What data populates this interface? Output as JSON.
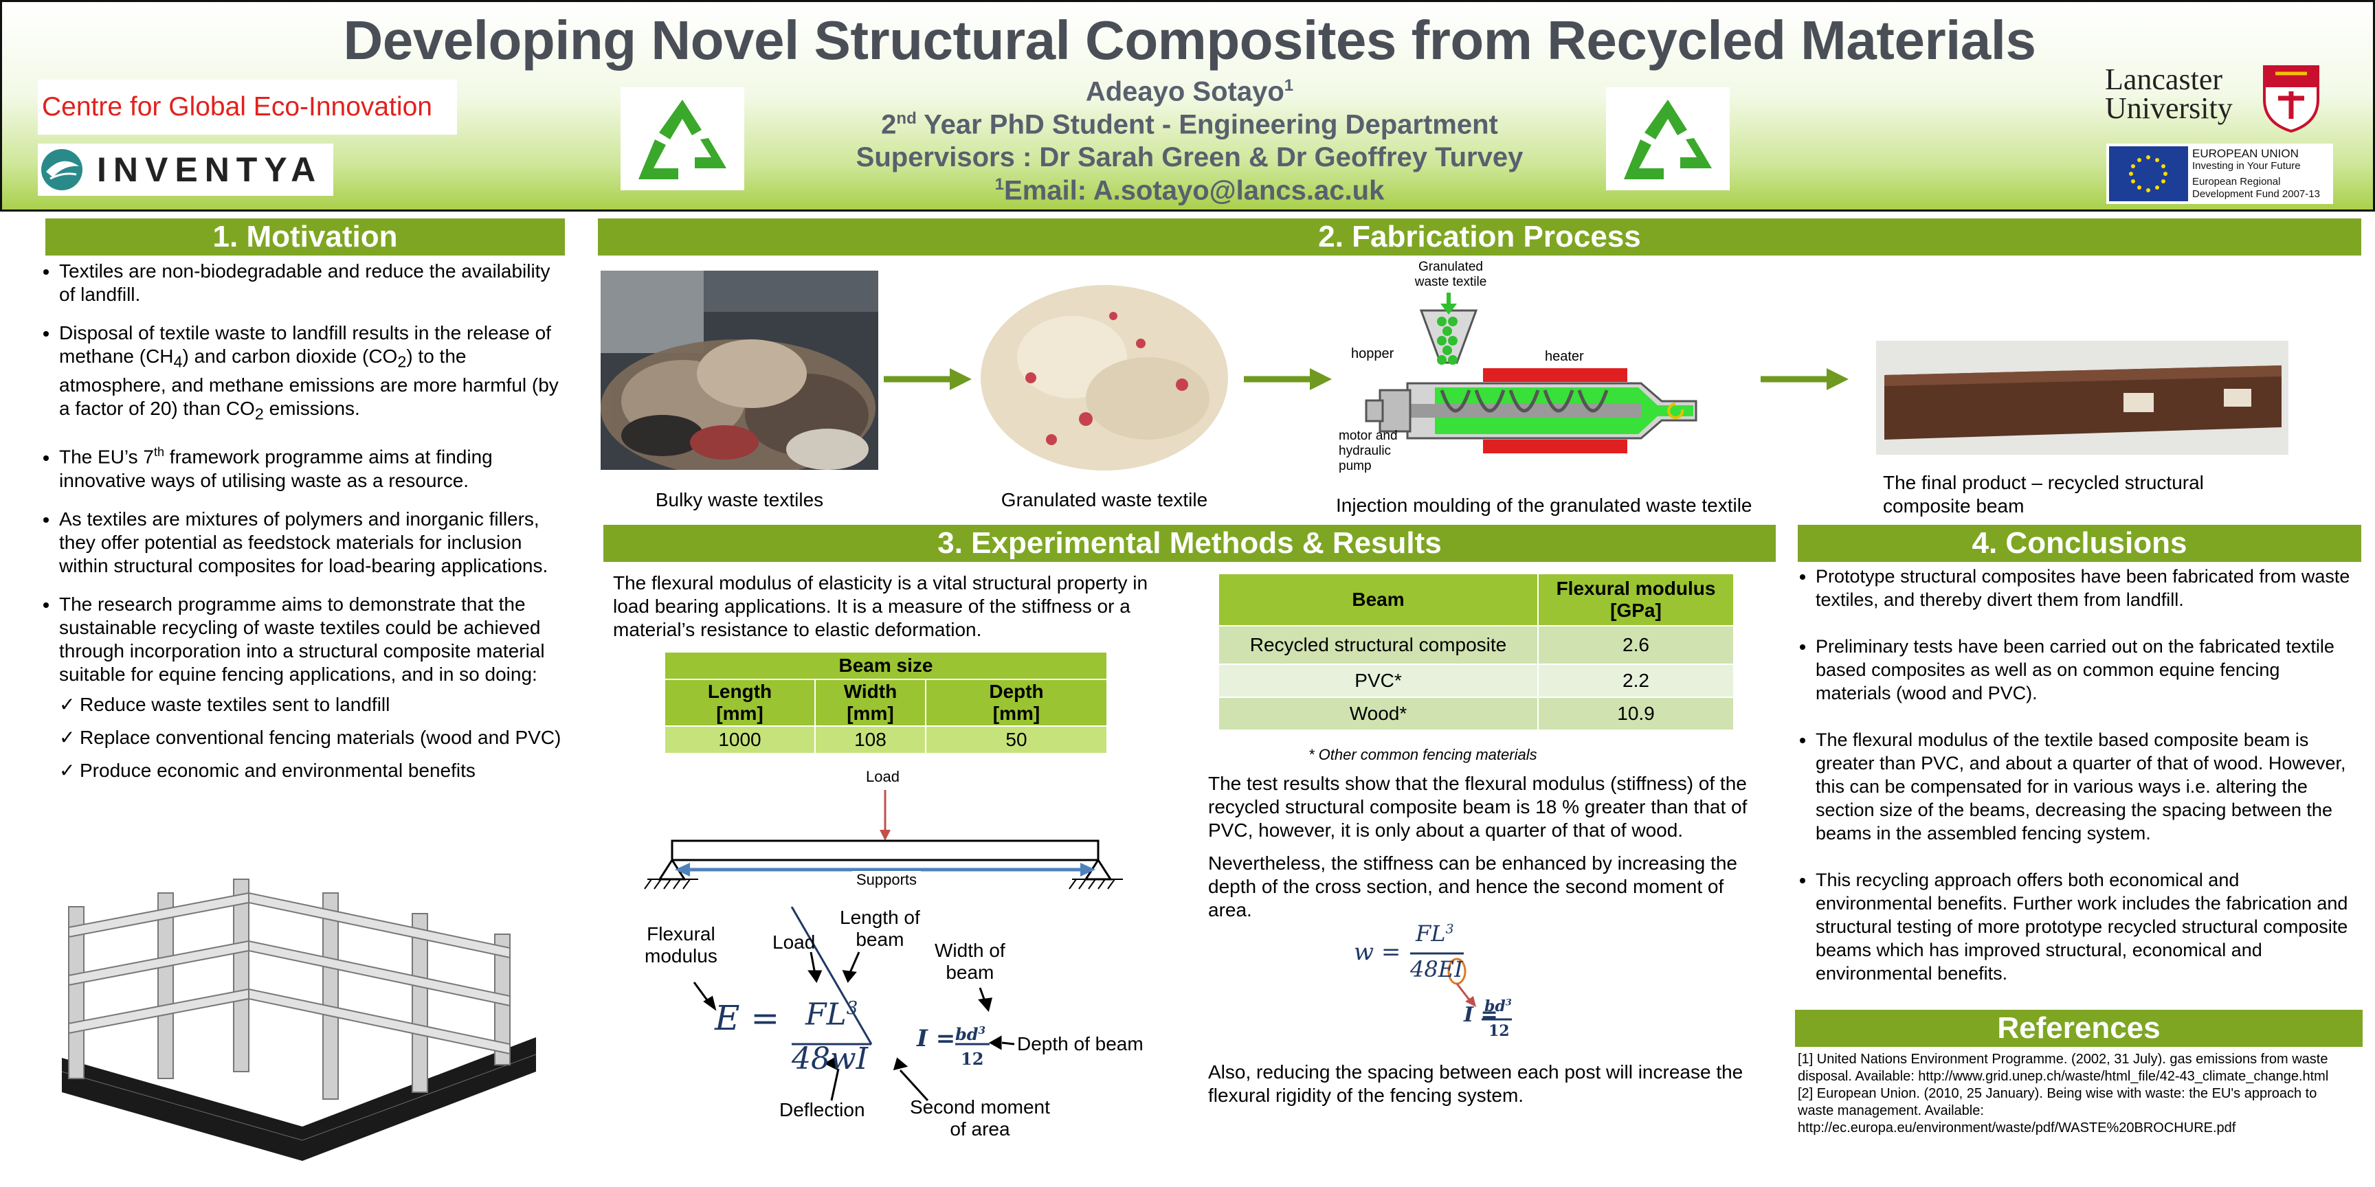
{
  "header": {
    "title": "Developing Novel Structural Composites from Recycled Materials",
    "author": "Adeayo Sotayo",
    "author_sup": "1",
    "role_sup": "nd",
    "role_num": "2",
    "role_rest": " Year PhD Student - Engineering Department",
    "supervisors": "Supervisors : Dr Sarah Green & Dr Geoffrey Turvey",
    "email_sup": "1",
    "email": "Email: A.sotayo@lancs.ac.uk",
    "logos": {
      "cgei": "Centre for Global Eco-Innovation",
      "inventya": "INVENTYA",
      "lancaster_line1": "Lancaster",
      "lancaster_line2": "University",
      "eu_line1": "EUROPEAN UNION",
      "eu_line2": "Investing in Your Future",
      "eu_line3": "European Regional",
      "eu_line4": "Development Fund 2007-13"
    }
  },
  "motivation": {
    "heading": "1. Motivation",
    "b1": "Textiles are non-biodegradable and reduce the availability of landfill.",
    "b2_a": "Disposal of textile waste to landfill results in the release of methane (CH",
    "b2_s1": "4",
    "b2_b": ") and carbon dioxide (CO",
    "b2_s2": "2",
    "b2_c": ") to the atmosphere, and methane emissions are more harmful (by a factor of 20) than CO",
    "b2_s3": "2",
    "b2_d": " emissions.",
    "b3_a": "The EU’s 7",
    "b3_sup": "th",
    "b3_b": " framework programme aims at finding innovative ways of utilising waste as a resource.",
    "b4": "As textiles are mixtures of polymers and inorganic fillers, they offer potential as feedstock materials for inclusion within structural composites for load-bearing applications.",
    "b5": "The research programme aims to demonstrate that the sustainable recycling of waste textiles could be achieved through incorporation into a structural composite material suitable for equine fencing applications, and in so doing:",
    "checks": [
      "Reduce waste textiles sent to landfill",
      "Replace conventional fencing materials (wood and PVC)",
      "Produce economic and environmental benefits"
    ]
  },
  "fabrication": {
    "heading": "2. Fabrication Process",
    "cap1": "Bulky waste textiles",
    "cap2": "Granulated waste textile",
    "cap3": "Injection moulding of the granulated waste textile",
    "cap4_l1": "The final product – recycled structural",
    "cap4_l2": "composite beam",
    "diagram": {
      "granulated_l1": "Granulated",
      "granulated_l2": "waste textile",
      "hopper": "hopper",
      "heater": "heater",
      "motor_l1": "motor and",
      "motor_l2": "hydraulic",
      "motor_l3": "pump"
    }
  },
  "methods": {
    "heading": "3. Experimental Methods & Results",
    "intro": "The flexural modulus of elasticity is a vital structural property in load bearing applications. It is a measure of the stiffness or a material’s resistance to elastic deformation.",
    "beam_table": {
      "title": "Beam size",
      "h1_l1": "Length",
      "h1_l2": "[mm]",
      "h2_l1": "Width",
      "h2_l2": "[mm]",
      "h3_l1": "Depth",
      "h3_l2": "[mm]",
      "v1": "1000",
      "v2": "108",
      "v3": "50"
    },
    "load": "Load",
    "supports": "Supports",
    "eq_labels": {
      "flexural_l1": "Flexural",
      "flexural_l2": "modulus",
      "load": "Load",
      "length_l1": "Length of",
      "length_l2": "beam",
      "width_l1": "Width of",
      "width_l2": "beam",
      "depth": "Depth of beam",
      "deflection": "Deflection",
      "second_l1": "Second moment",
      "second_l2": "of area"
    },
    "results_table": {
      "col1": "Beam",
      "col2_l1": "Flexural modulus",
      "col2_l2": "[GPa]",
      "rows": [
        {
          "name": "Recycled structural composite",
          "value": "2.6"
        },
        {
          "name": "PVC*",
          "value": "2.2"
        },
        {
          "name": "Wood*",
          "value": "10.9"
        }
      ],
      "note": "* Other common fencing materials"
    },
    "p1": "The test results show that the flexural modulus (stiffness) of the recycled structural composite beam is 18 % greater than that of PVC, however, it is only about a quarter of that of wood.",
    "p2": "Nevertheless, the stiffness can be enhanced by increasing the depth of the cross section, and hence the second moment of area.",
    "p3": "Also, reducing the spacing between each post will increase the flexural rigidity of the fencing system."
  },
  "conclusions": {
    "heading": "4. Conclusions",
    "b1": "Prototype structural composites have been fabricated from waste textiles, and thereby divert them from landfill.",
    "b2": "Preliminary tests have been carried out on the fabricated textile based composites as well as on common equine fencing materials (wood and PVC).",
    "b3": "The flexural modulus of the textile based composite beam is greater than PVC, and about a quarter of that of wood. However, this can be compensated for in various ways i.e. altering the section size of the beams, decreasing the spacing between the beams in the assembled fencing system.",
    "b4": "This recycling approach offers both economical and environmental benefits. Further work  includes the fabrication and structural testing  of  more prototype recycled structural composite beams which has improved structural, economical and environmental benefits."
  },
  "references": {
    "heading": "References",
    "r1": "[1] United Nations Environment Programme. (2002, 31 July). gas emissions from waste disposal. Available: http://www.grid.unep.ch/waste/html_file/42-43_climate_change.html",
    "r2": "[2] European Union. (2010, 25 January). Being wise with waste: the EU's approach to waste management. Available: http://ec.europa.eu/environment/waste/pdf/WASTE%20BROCHURE.pdf"
  },
  "colors": {
    "section_green": "#7ea623",
    "table_green": "#9ac431",
    "table_light": "#dfeccd",
    "arrow_green": "#6f9a1f"
  }
}
